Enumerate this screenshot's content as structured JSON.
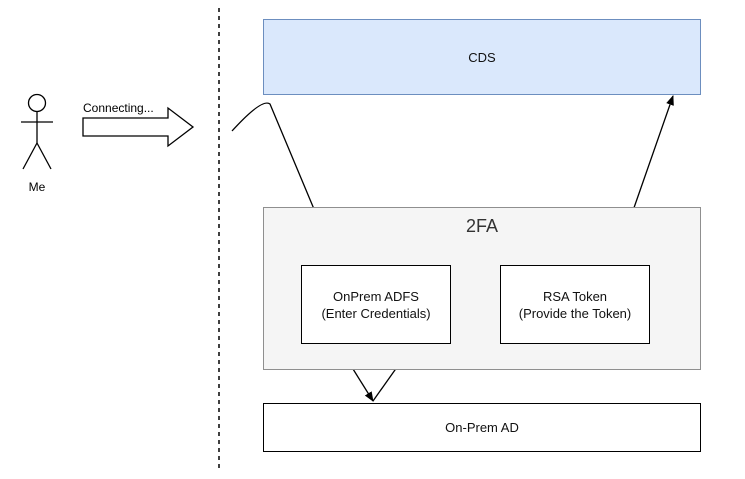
{
  "actor": {
    "label": "Me"
  },
  "connect_arrow": {
    "label": "Connecting..."
  },
  "nodes": {
    "cds": {
      "label": "CDS"
    },
    "twofa": {
      "title": "2FA"
    },
    "adfs": {
      "line1": "OnPrem ADFS",
      "line2": "(Enter Credentials)"
    },
    "rsa": {
      "line1": "RSA Token",
      "line2": "(Provide the Token)"
    },
    "ad": {
      "label": "On-Prem AD"
    }
  },
  "colors": {
    "cds_fill": "#dae8fc",
    "cds_stroke": "#6c8ebf",
    "group_fill": "#f5f5f5",
    "group_stroke": "#8f8f8f"
  }
}
